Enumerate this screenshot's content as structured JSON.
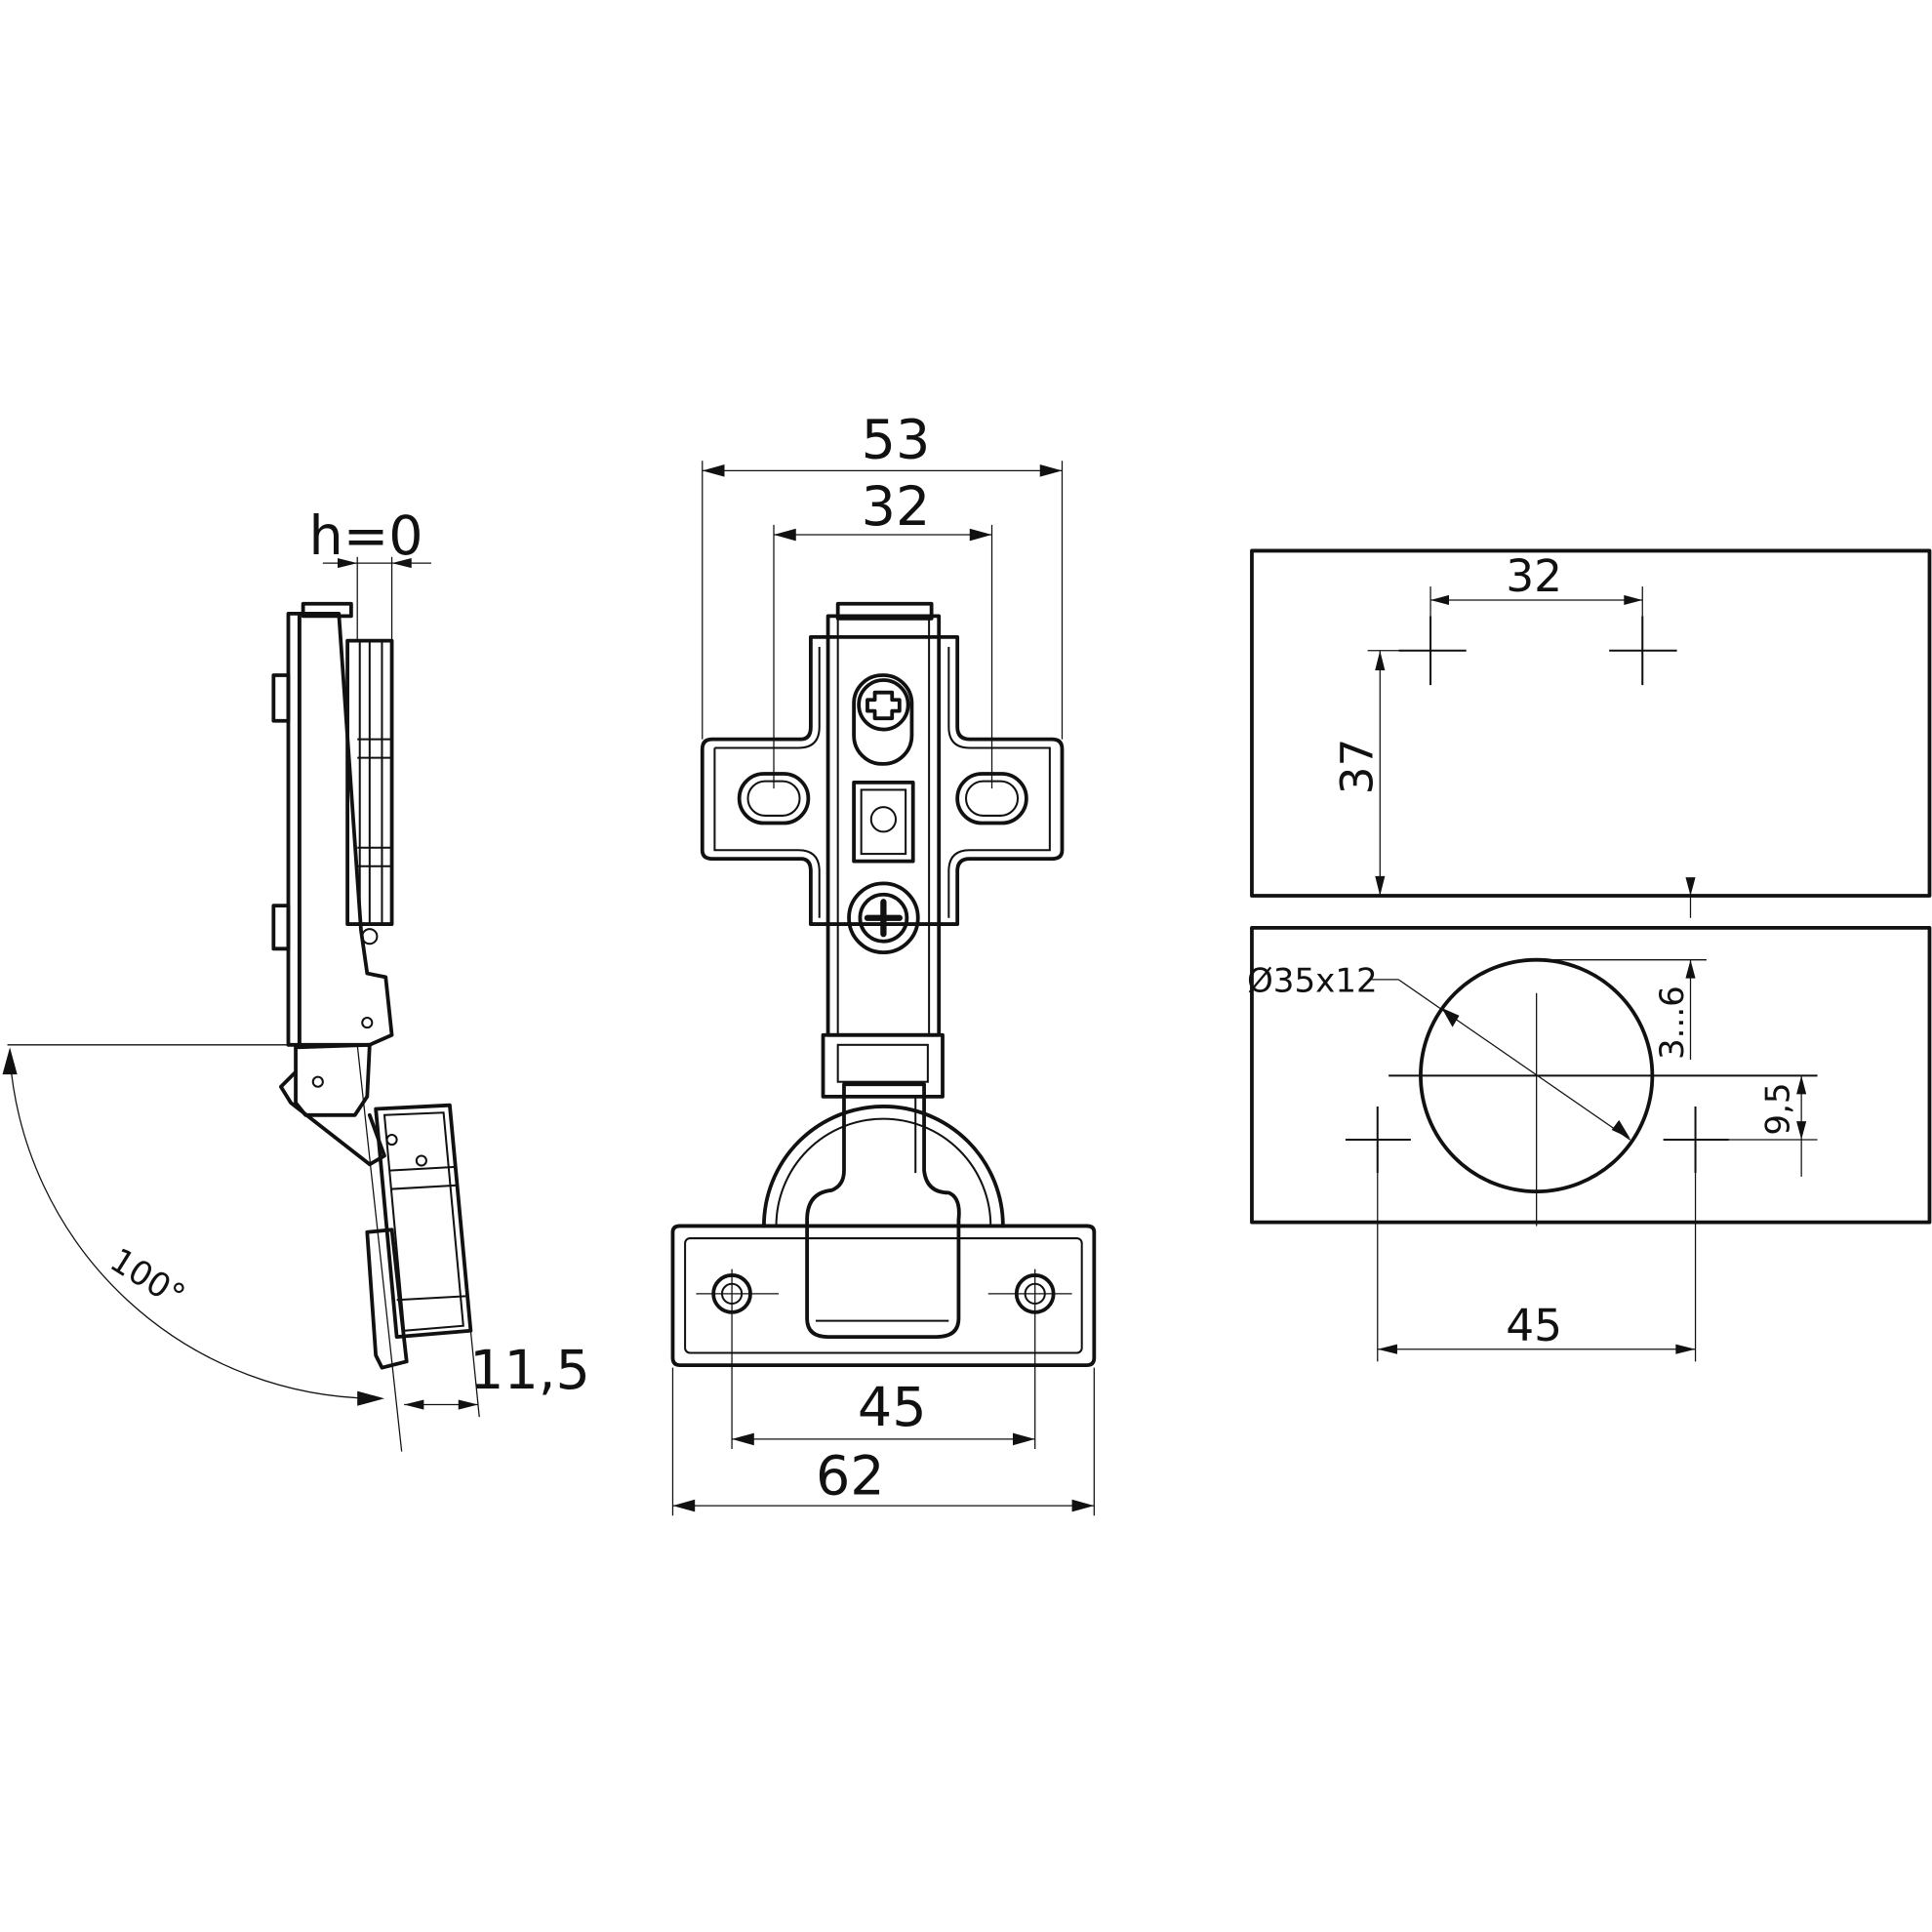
{
  "side_view": {
    "overlay_label": "h=0",
    "thickness_label": "11,5",
    "opening_angle_label": "100°"
  },
  "front_view": {
    "overall_width_label": "53",
    "plate_hole_spacing_label": "32",
    "cup_hole_spacing_label": "45",
    "base_width_label": "62"
  },
  "drilling_view": {
    "plate_hole_spacing_label": "32",
    "plate_hole_distance_label": "37",
    "cup_label": "Ø35x12",
    "edge_distance_label": "3...6",
    "cup_hole_offset_label": "9,5",
    "cup_hole_spacing_label": "45"
  }
}
